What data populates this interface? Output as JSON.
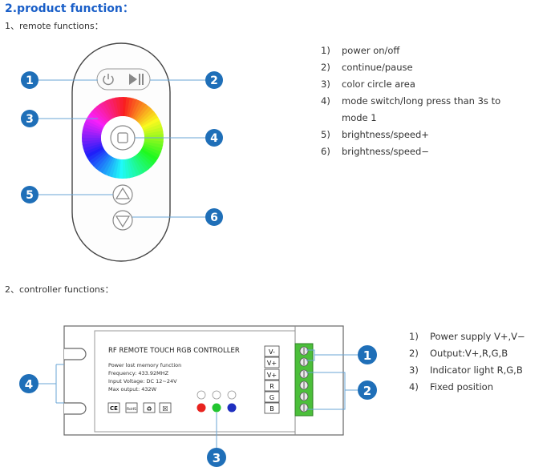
{
  "heading": "2.product function：",
  "section1": {
    "title": "1、remote functions：",
    "callouts": [
      "1",
      "2",
      "3",
      "4",
      "5",
      "6"
    ],
    "items": [
      {
        "num": "1)",
        "text": "power on/off"
      },
      {
        "num": "2)",
        "text": "continue/pause"
      },
      {
        "num": "3)",
        "text": "color circle area"
      },
      {
        "num": "4)",
        "text": "mode  switch/long  press  than  3s  to"
      },
      {
        "num": "",
        "text": "mode 1"
      },
      {
        "num": "5)",
        "text": "brightness/speed+"
      },
      {
        "num": "6)",
        "text": "brightness/speed−"
      }
    ]
  },
  "section2": {
    "title": "2、controller functions：",
    "callouts": [
      "1",
      "2",
      "3",
      "4"
    ],
    "device": {
      "name": "RF REMOTE TOUCH RGB CONTROLLER",
      "specs": [
        "Power lost memory function",
        "Frequency: 433.92MHZ",
        "Input Voltage: DC 12~24V",
        "Max output: 432W"
      ],
      "cert_marks": [
        "CE",
        "RoHS",
        "♻",
        "☒"
      ],
      "terminals": [
        "V-",
        "V+",
        "V+",
        "R",
        "G",
        "B"
      ],
      "indicator_colors": [
        "#e8231f",
        "#22c530",
        "#1f2fbf"
      ]
    },
    "items": [
      {
        "num": "1)",
        "text": "Power supply V+,V−"
      },
      {
        "num": "2)",
        "text": "Output:V+,R,G,B"
      },
      {
        "num": "3)",
        "text": "Indicator light R,G,B"
      },
      {
        "num": "4)",
        "text": "Fixed position"
      }
    ]
  },
  "colors": {
    "heading": "#1a5fc8",
    "callout_fill": "#1f6fb8",
    "callout_line": "#6aa6d6",
    "terminal_green": "#4bbf3a"
  }
}
